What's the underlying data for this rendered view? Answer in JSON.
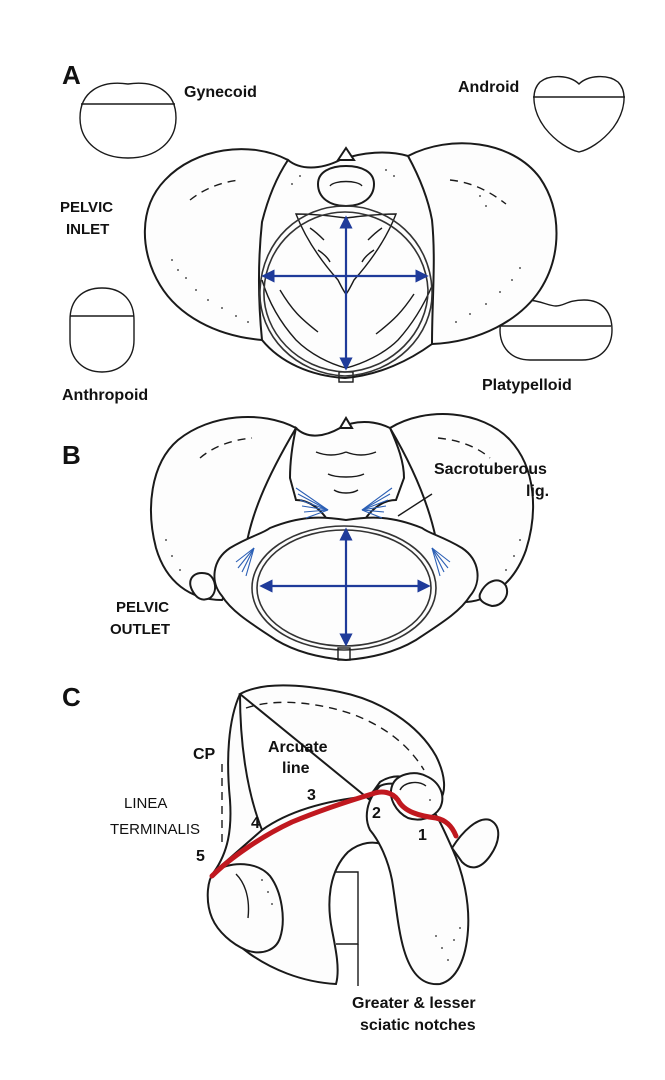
{
  "panel_a": {
    "letter": "A",
    "title_line1": "PELVIC",
    "title_line2": "INLET",
    "shapes": {
      "gynecoid": "Gynecoid",
      "android": "Android",
      "anthropoid": "Anthropoid",
      "platypelloid": "Platypelloid"
    }
  },
  "panel_b": {
    "letter": "B",
    "title_line1": "PELVIC",
    "title_line2": "OUTLET",
    "ligament_line1": "Sacrotuberous",
    "ligament_line2": "lig."
  },
  "panel_c": {
    "letter": "C",
    "cp": "CP",
    "arcuate_line1": "Arcuate",
    "arcuate_line2": "line",
    "linea_line1": "LINEA",
    "linea_line2": "TERMINALIS",
    "numbers": [
      "1",
      "2",
      "3",
      "4",
      "5"
    ],
    "notches_line1": "Greater & lesser",
    "notches_line2": "sciatic notches"
  },
  "colors": {
    "arrow": "#1f3b9a",
    "ligament": "#2b5fb5",
    "linea_terminalis": "#c0181f",
    "line": "#1a1a1a"
  }
}
